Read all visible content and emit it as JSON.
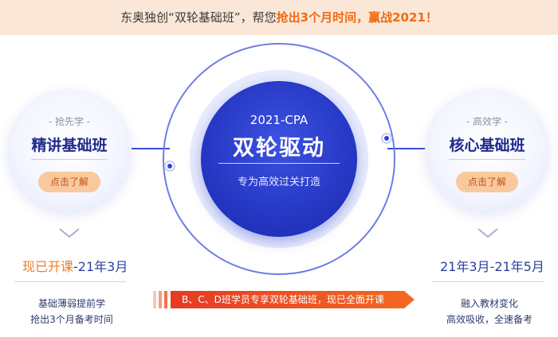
{
  "banner": {
    "text_prefix": "东奥独创“双轮基础班”，帮您",
    "text_highlight": "抢出3个月时间，赢战2021！"
  },
  "left_card": {
    "eyebrow": "- 抢先学 -",
    "title": "精讲基础班",
    "cta": "点击了解",
    "date_highlight": "现已开课",
    "date_rest": "-21年3月",
    "note_line1": "基础薄弱提前学",
    "note_line2": "抢出3个月备考时间"
  },
  "center": {
    "cpa": "2021-CPA",
    "main": "双轮驱动",
    "sub": "专为高效过关打造"
  },
  "right_card": {
    "eyebrow": "- 高效学 -",
    "title": "核心基础班",
    "cta": "点击了解",
    "date": "21年3月-21年5月",
    "note_line1": "融入教材变化",
    "note_line2": "高效吸收，全速备考"
  },
  "ribbon": {
    "text": "B、C、D班学员专享双轮基础班，现已全面开课"
  },
  "icons": {
    "chevron": "chevron-down-icon",
    "node": "node-dot-icon"
  },
  "colors": {
    "accent_blue": "#2538c4",
    "accent_orange": "#ef6a14",
    "banner_bg": "#fbe7d7",
    "ribbon": "#e63a24"
  }
}
